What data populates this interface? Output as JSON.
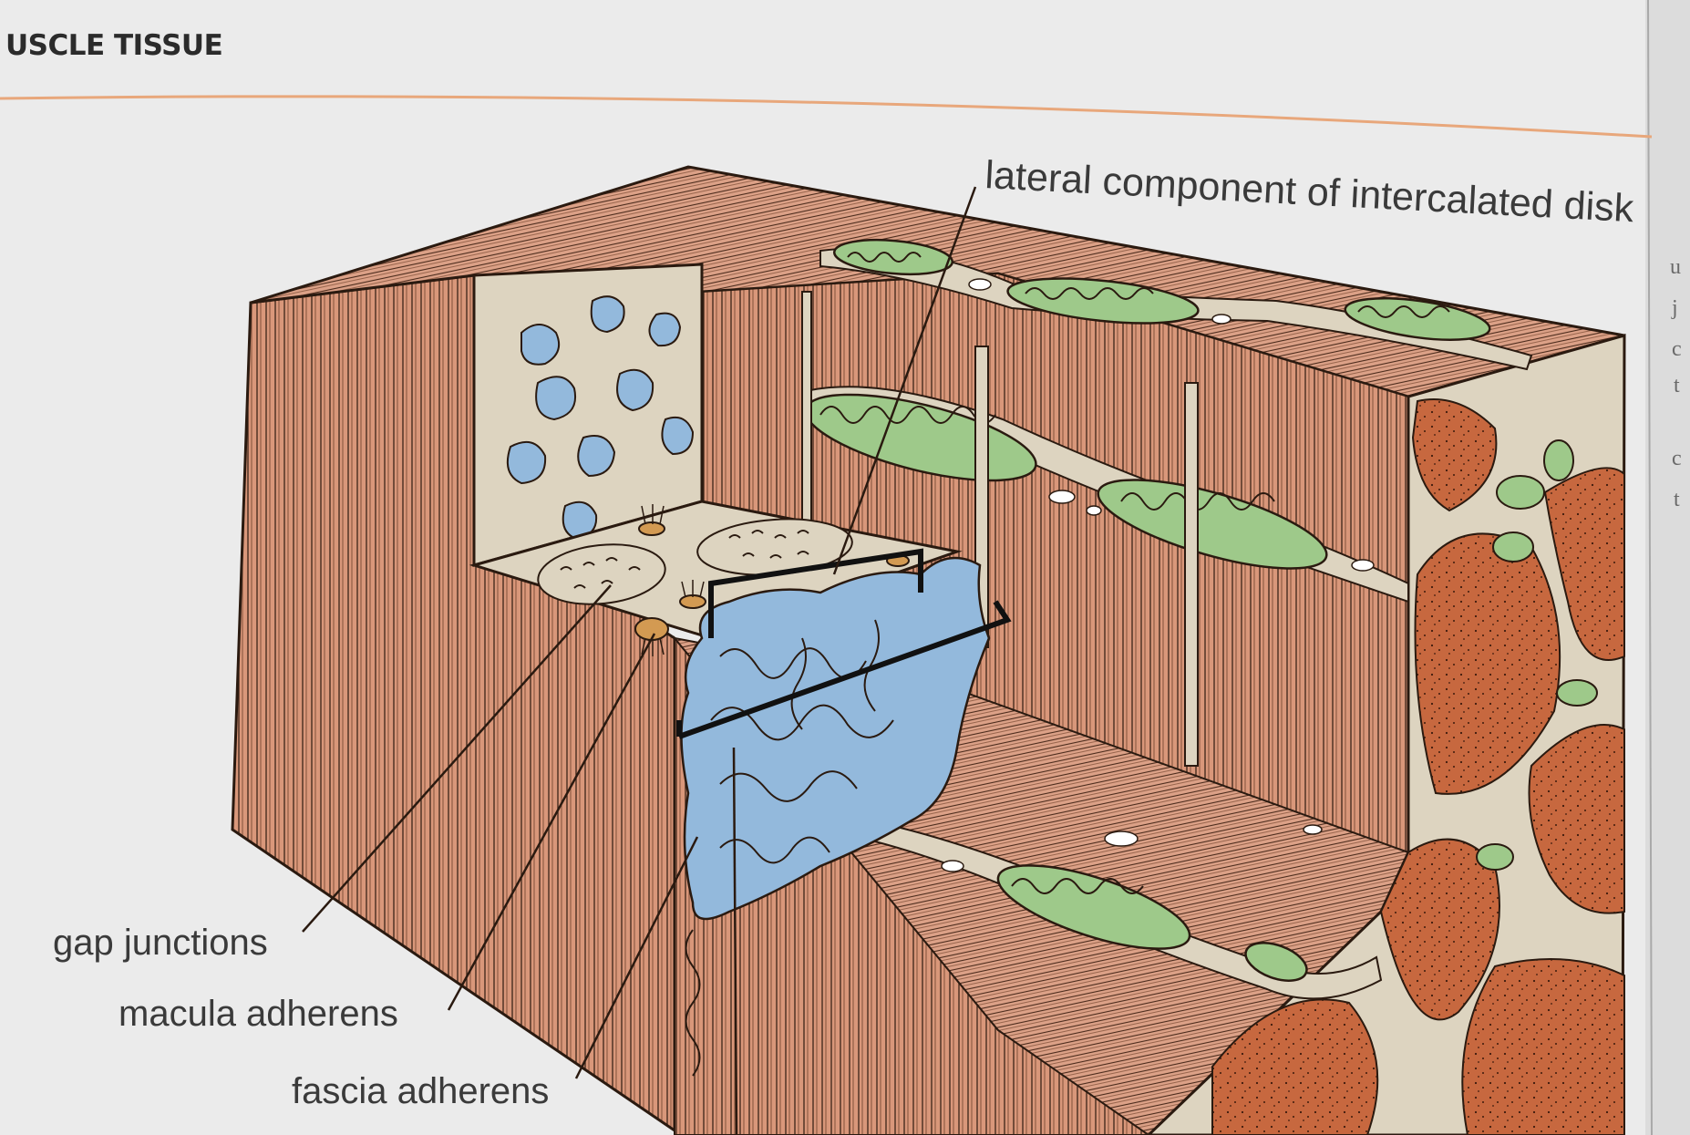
{
  "page": {
    "running_head": "USCLE TISSUE"
  },
  "figure": {
    "labels": {
      "lateral": "lateral component of intercalated disk",
      "gap": "gap junctions",
      "macula": "macula adherens",
      "fascia": "fascia adherens"
    }
  },
  "colors": {
    "muscle": "#d9977a",
    "muscle_dark": "#c97d5e",
    "fiber_cross_section": "#c7683f",
    "cytoplasm": "#ddd4c0",
    "membrane_blue": "#93b9dc",
    "mitochondria_green": "#9ec98a",
    "page_rule": "#e8a77b",
    "paper": "#ebebeb"
  }
}
